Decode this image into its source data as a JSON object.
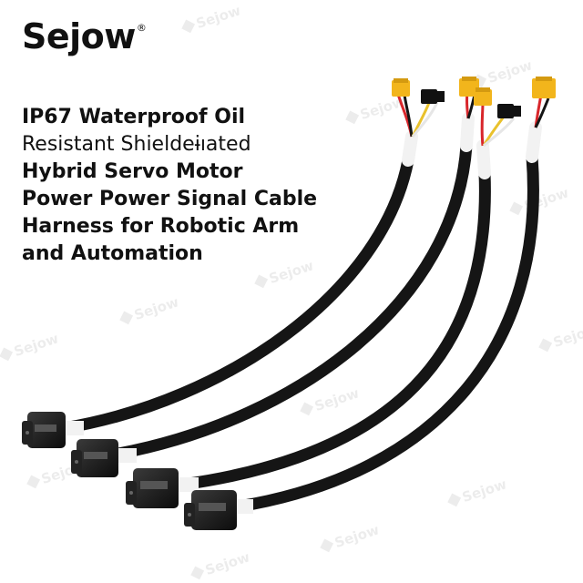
{
  "brand": {
    "name": "Sejow",
    "mark": "®"
  },
  "headline": {
    "lines": [
      "IP67 Waterproof Oil",
      "Resistant Shieldeɨıated",
      "Hybrid Servo Motor",
      "Power Power Signal Cable",
      "Harness for Robotic Arm",
      "and Automation"
    ]
  },
  "watermark": {
    "text": "Sejow"
  },
  "colors": {
    "cable": "#151515",
    "sleeve": "#f2f2f2",
    "connector_yellow": "#f2b51c",
    "wire_red": "#d8262b",
    "wire_yellow": "#e9c12c",
    "wire_white": "#e6e6e6"
  }
}
